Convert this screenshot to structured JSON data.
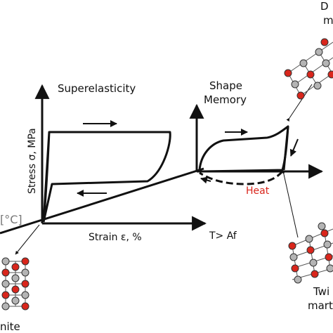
{
  "labels": {
    "superelasticity": "Superelasticity",
    "shape_memory_line1": "Shape",
    "shape_memory_line2": "Memory",
    "stress_axis": "Stress σ, MPa",
    "strain_axis": "Strain ε, %",
    "temp_condition": "T> Af",
    "heat": "Heat",
    "temperature_partial": "[°C]",
    "austenite_partial": "nite",
    "detwinned_partial_1": "D",
    "detwinned_partial_2": "m",
    "twinned_partial_1": "Twi",
    "twinned_partial_2": "mart"
  },
  "colors": {
    "line": "#111111",
    "heat": "#d9261c",
    "atom_red": "#d9261c",
    "atom_gray": "#b4b4b4"
  }
}
